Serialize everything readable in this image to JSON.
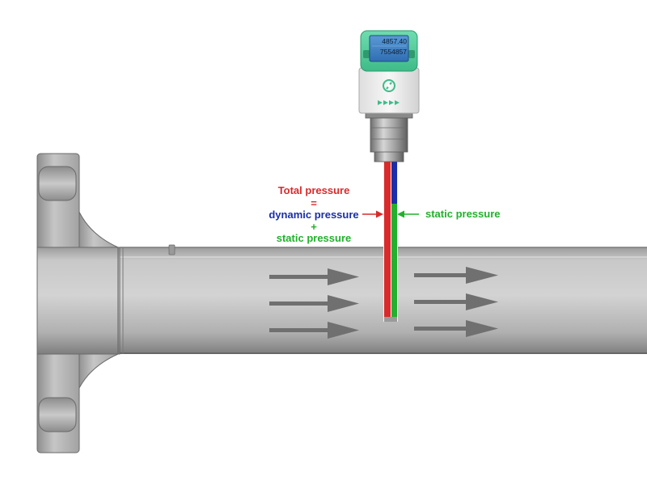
{
  "device": {
    "display": {
      "line1": "4857.40",
      "line2": "7554857"
    },
    "logo_icon": "flow-logo-icon",
    "indicator_icon": "arrow-indicator-icon",
    "colors": {
      "housing": "#efefef",
      "cap": "#4fcc9a",
      "screen": "#3a7fc0"
    }
  },
  "labels": {
    "total_pressure": "Total pressure",
    "equals": "=",
    "dynamic_pressure": "dynamic pressure",
    "plus": "+",
    "static_pressure_left": "static pressure",
    "static_pressure_right": "static pressure"
  },
  "colors": {
    "total": "#d92b2b",
    "dynamic": "#1a2fa8",
    "static": "#22b02e",
    "flow_arrow": "#707070",
    "pipe": "#bdbdbd"
  },
  "flow_direction": "left-to-right"
}
